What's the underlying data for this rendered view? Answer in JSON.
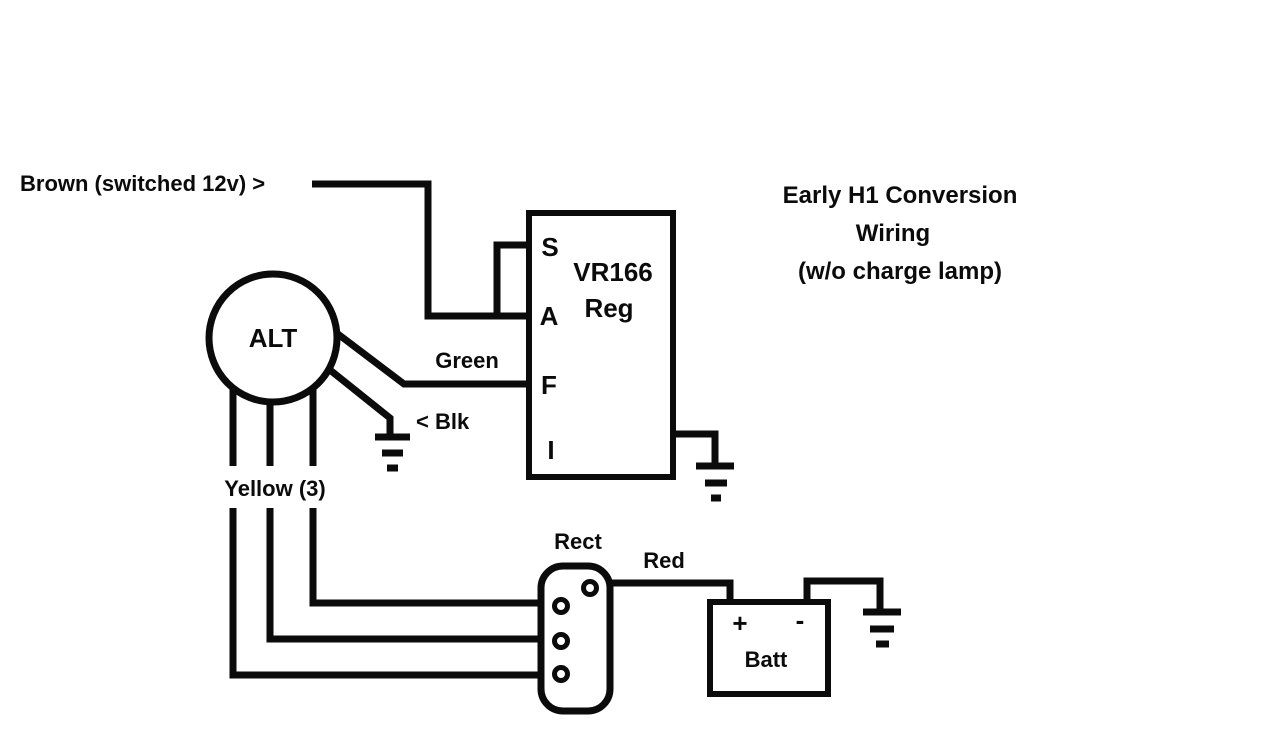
{
  "title": {
    "line1": "Early H1 Conversion",
    "line2": "Wiring",
    "line3": "(w/o charge lamp)"
  },
  "wire_labels": {
    "brown": "Brown (switched 12v)  >",
    "green": "Green",
    "black": "< Blk",
    "yellow": "Yellow (3)",
    "red": "Red"
  },
  "components": {
    "alternator": {
      "label": "ALT"
    },
    "regulator": {
      "model": "VR166",
      "type": "Reg",
      "terminals": [
        "S",
        "A",
        "F",
        "I"
      ]
    },
    "rectifier": {
      "label": "Rect",
      "pin_count": "4"
    },
    "battery": {
      "label": "Batt",
      "positive_terminal": "+",
      "negative_terminal": "-"
    }
  },
  "colors": {
    "ink": "#0b0b0b",
    "background": "#ffffff"
  }
}
